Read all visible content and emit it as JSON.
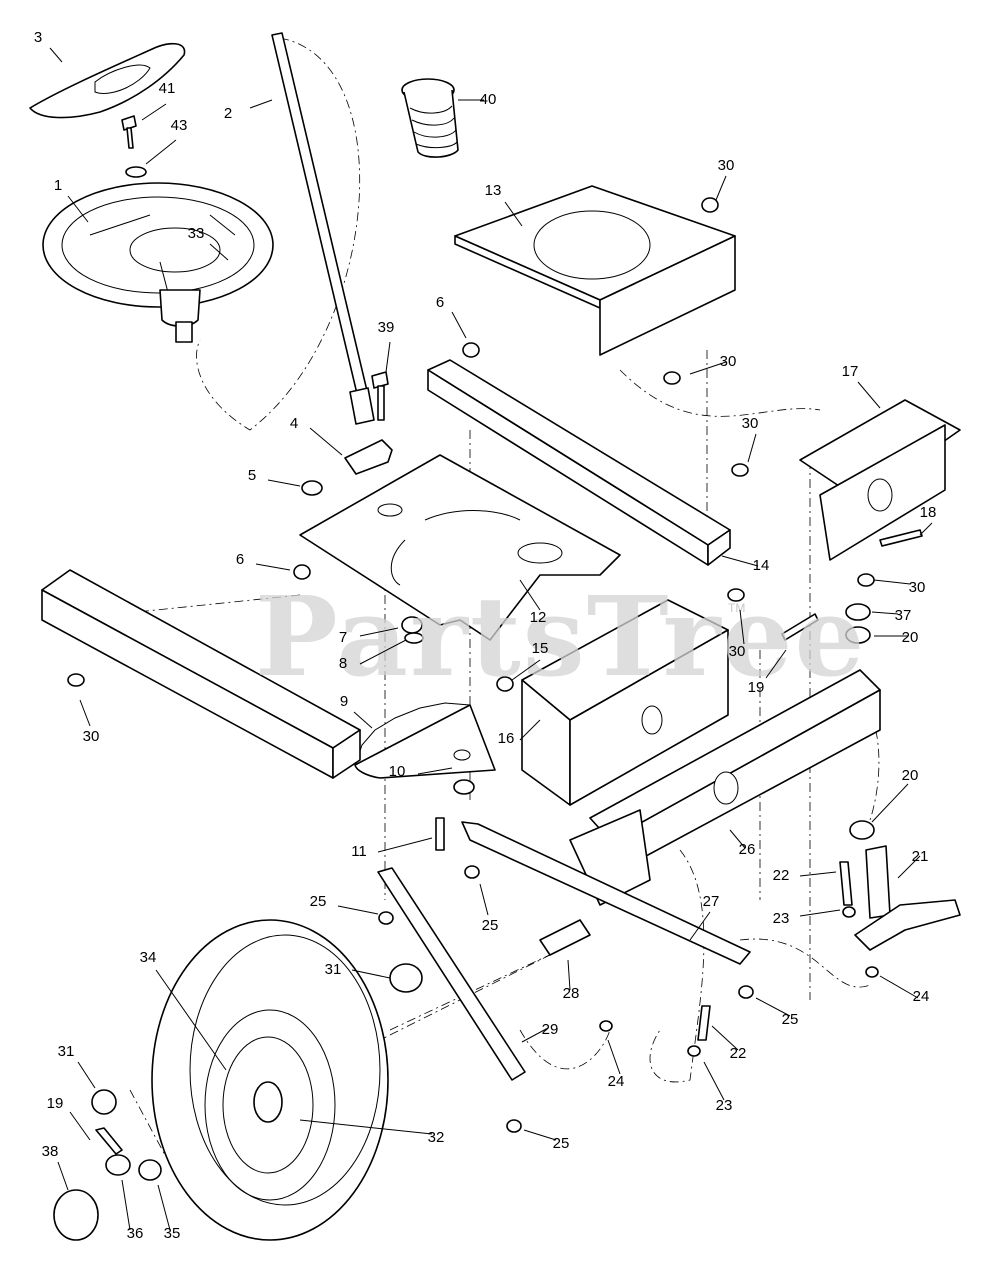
{
  "diagram": {
    "watermark": {
      "text": "PartsTree",
      "mark": "TM"
    },
    "callouts": [
      "1",
      "2",
      "3",
      "4",
      "5",
      "6",
      "6",
      "7",
      "8",
      "9",
      "10",
      "11",
      "12",
      "13",
      "14",
      "15",
      "16",
      "17",
      "18",
      "19",
      "19",
      "20",
      "20",
      "21",
      "22",
      "22",
      "23",
      "23",
      "24",
      "24",
      "25",
      "25",
      "25",
      "25",
      "26",
      "27",
      "28",
      "29",
      "30",
      "30",
      "30",
      "30",
      "30",
      "30",
      "31",
      "31",
      "32",
      "33",
      "34",
      "35",
      "36",
      "37",
      "38",
      "39",
      "40",
      "41",
      "43"
    ]
  }
}
